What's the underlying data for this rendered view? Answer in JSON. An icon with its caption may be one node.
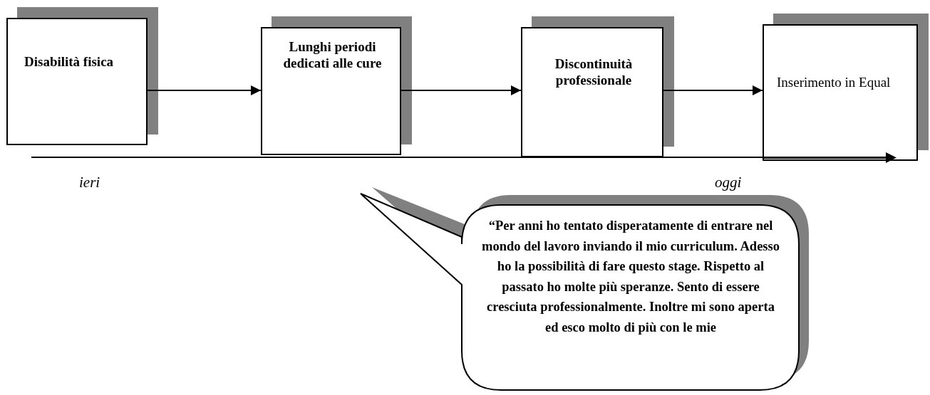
{
  "diagram": {
    "nodes": [
      {
        "text": [
          "Disabilità fisica"
        ]
      },
      {
        "text": [
          "Lunghi periodi dedicati alle cure"
        ]
      },
      {
        "text": [
          "Discontinuità professionale"
        ]
      },
      {
        "text": [
          "Inserimento in Equal"
        ]
      },
      {
        "text": [
          "“Per anni ho tentato disperatamente di entrare nel mondo del lavoro inviando il mio curriculum. Adesso ho la possibilità di fare questo stage. Rispetto al passato ho molte più speranze. Sento di essere cresciuta professionalmente. Inoltre mi sono aperta ed esco molto di più con le mie"
        ]
      }
    ],
    "edges": [
      {
        "from": 0,
        "to": 1,
        "arrow": "to"
      },
      {
        "from": 1,
        "to": 2,
        "arrow": "to"
      },
      {
        "from": 2,
        "to": 3,
        "arrow": "to"
      }
    ],
    "labels": [
      "ieri",
      "oggi"
    ]
  }
}
